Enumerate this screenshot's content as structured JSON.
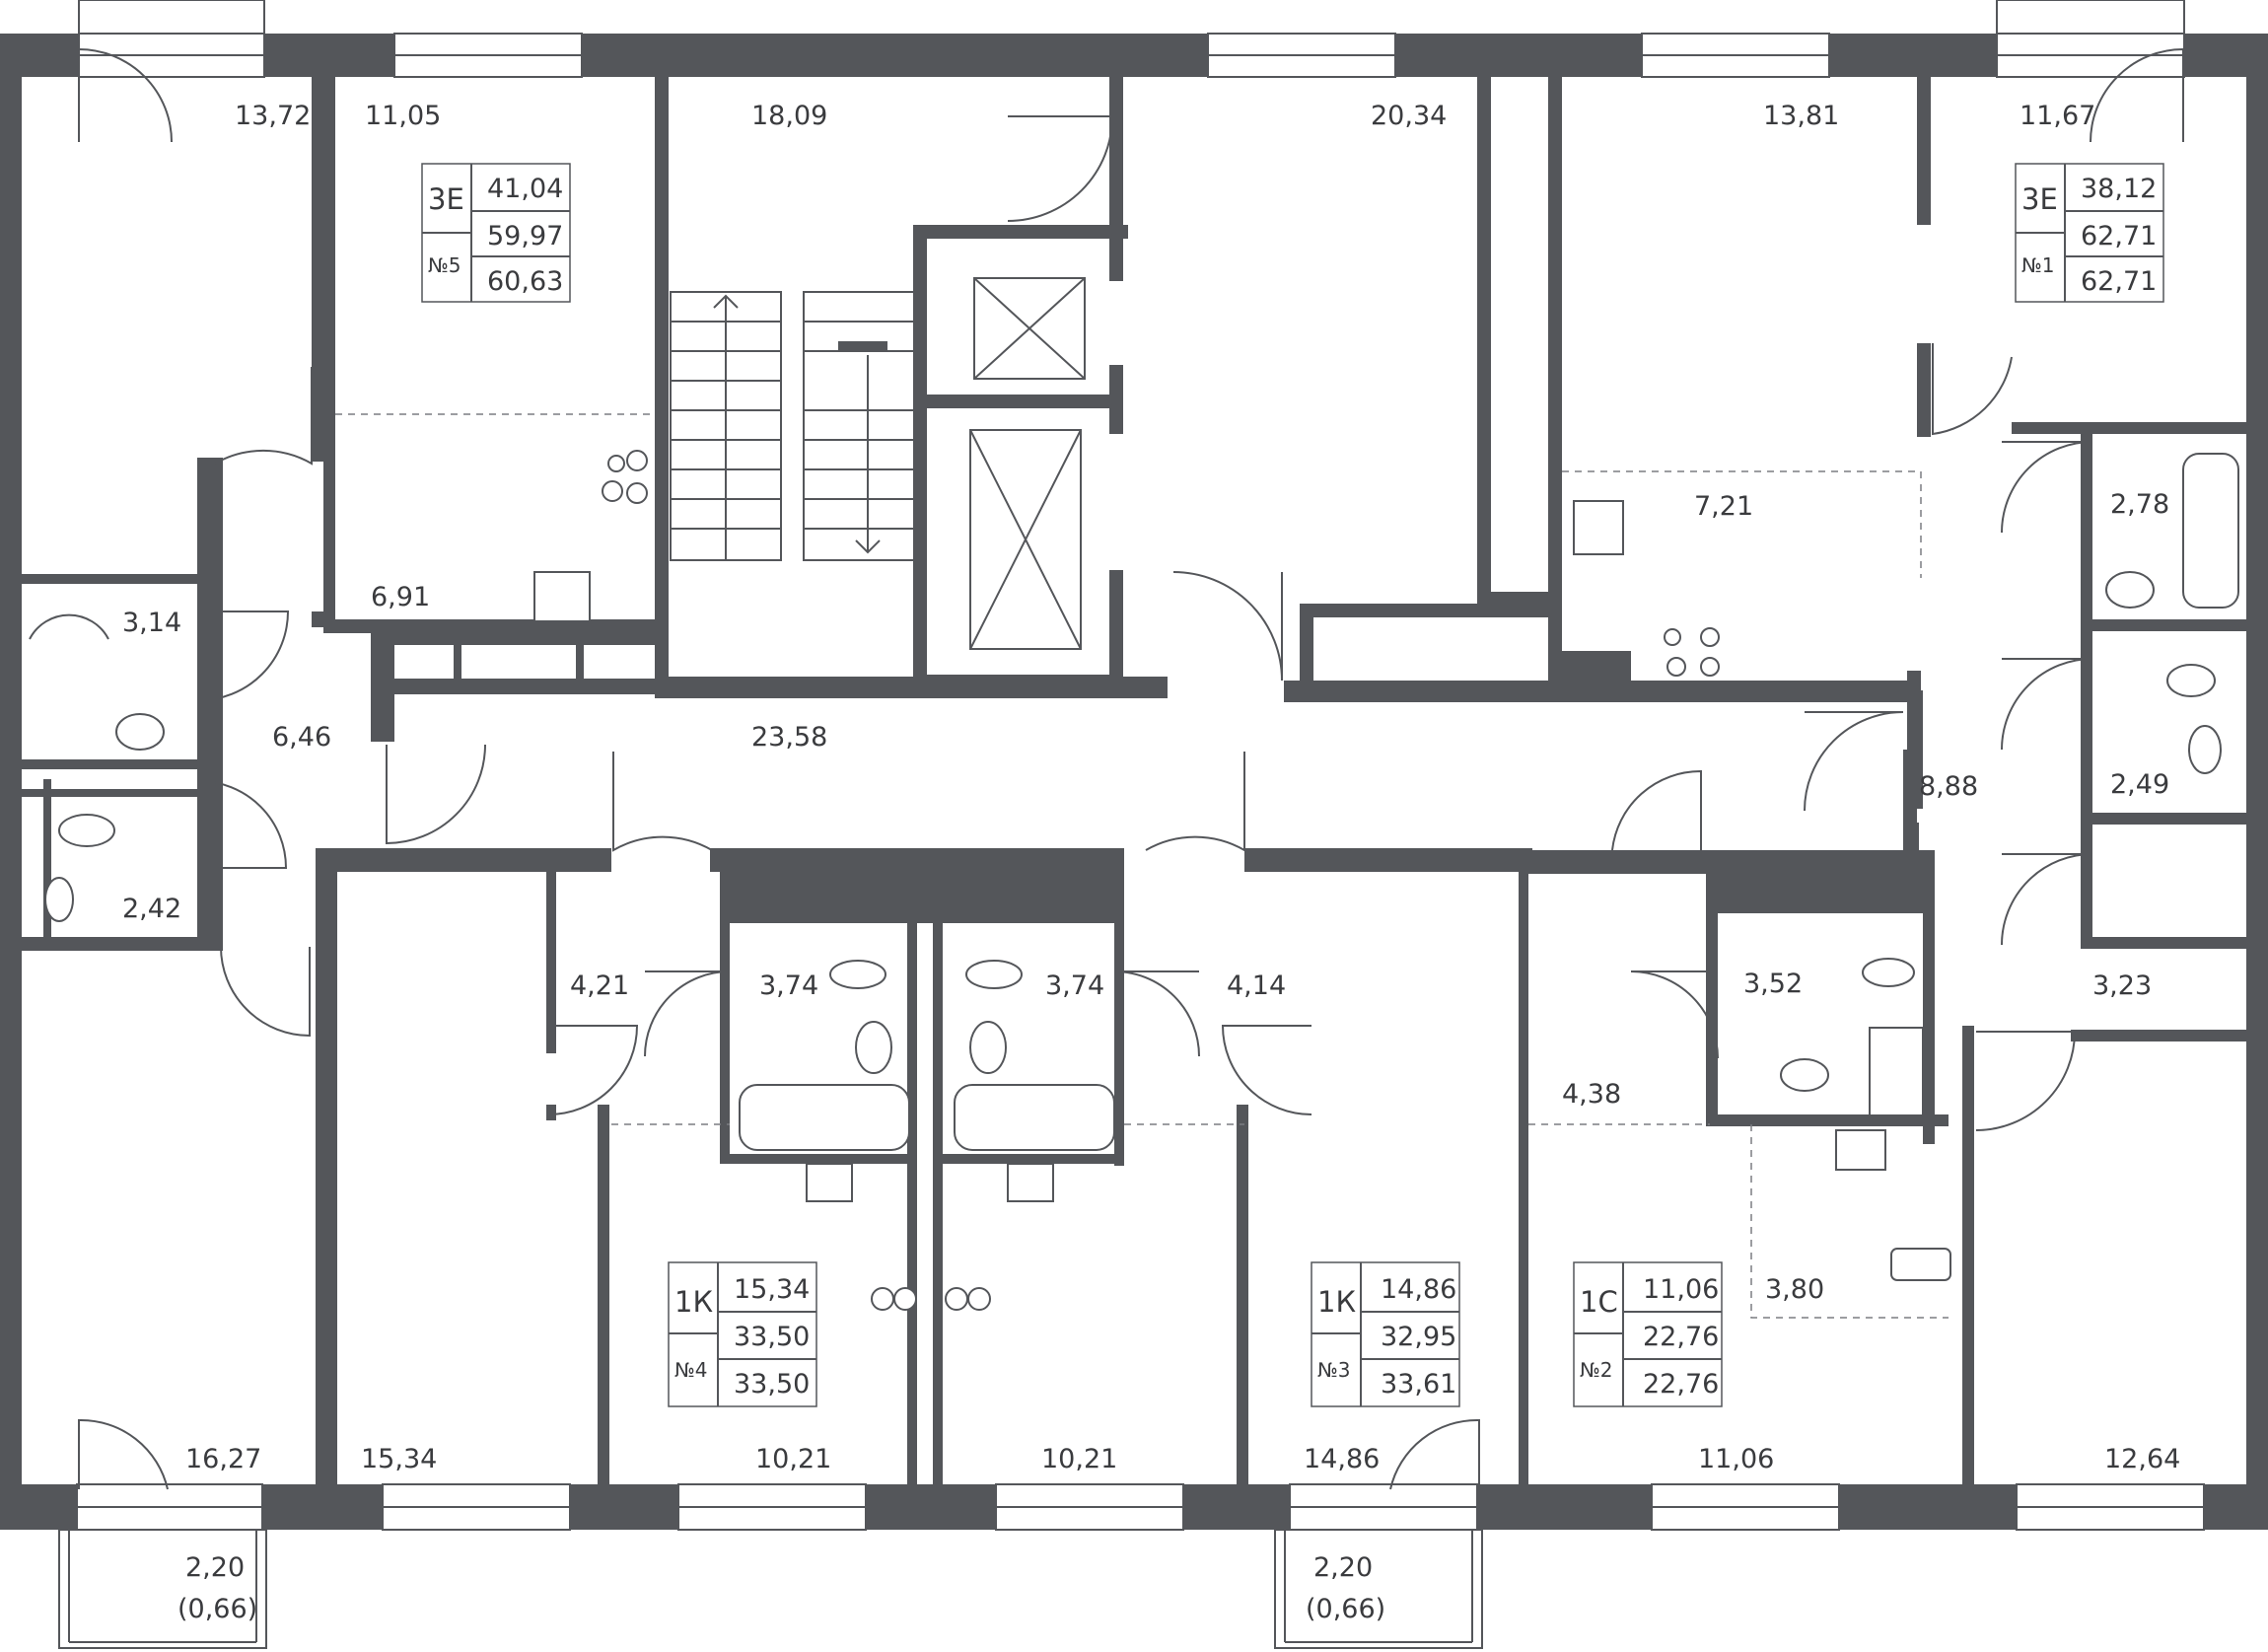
{
  "apartments": [
    {
      "id": "apt-5",
      "type": "3Е",
      "number": "№5",
      "living": "41,04",
      "total": "59,97",
      "total_full": "60,63"
    },
    {
      "id": "apt-1",
      "type": "3Е",
      "number": "№1",
      "living": "38,12",
      "total": "62,71",
      "total_full": "62,71"
    },
    {
      "id": "apt-4",
      "type": "1К",
      "number": "№4",
      "living": "15,34",
      "total": "33,50",
      "total_full": "33,50"
    },
    {
      "id": "apt-3",
      "type": "1К",
      "number": "№3",
      "living": "14,86",
      "total": "32,95",
      "total_full": "33,61"
    },
    {
      "id": "apt-2",
      "type": "1С",
      "number": "№2",
      "living": "11,06",
      "total": "22,76",
      "total_full": "22,76"
    }
  ],
  "rooms": [
    "13,72",
    "11,05",
    "18,09",
    "20,34",
    "13,81",
    "11,67",
    "6,91",
    "7,21",
    "2,78",
    "3,14",
    "6,46",
    "23,58",
    "8,88",
    "2,49",
    "2,42",
    "4,21",
    "3,74",
    "3,74",
    "4,14",
    "3,52",
    "3,23",
    "4,38",
    "3,80",
    "16,27",
    "15,34",
    "10,21",
    "10,21",
    "14,86",
    "11,06",
    "12,64"
  ],
  "balconies": [
    {
      "area": "2,20",
      "reduced": "(0,66)"
    },
    {
      "area": "2,20",
      "reduced": "(0,66)"
    }
  ],
  "colors": {
    "wall": "#54565a",
    "text": "#3a3b3e",
    "background": "#ffffff"
  }
}
